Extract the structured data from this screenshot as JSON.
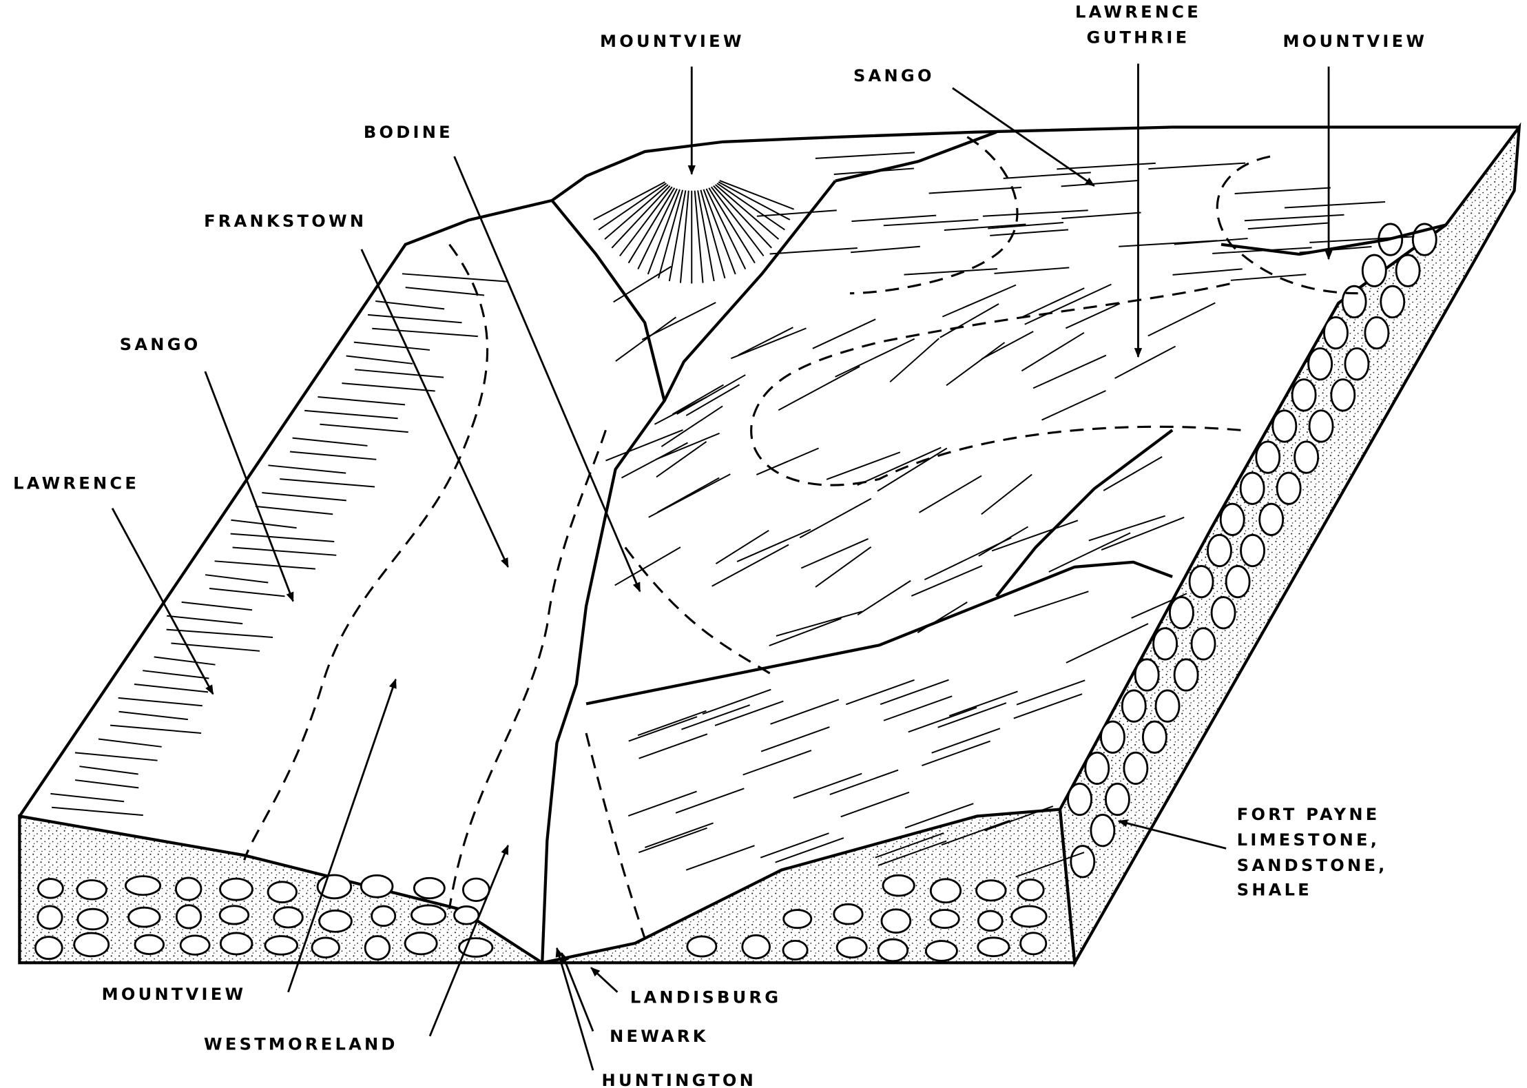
{
  "title": "Soil block diagram",
  "labels": {
    "mountview_top": "MOUNTVIEW",
    "lawrence_top": "LAWRENCE",
    "guthrie_top": "GUTHRIE",
    "mountview_right": "MOUNTVIEW",
    "sango_top": "SANGO",
    "bodine": "BODINE",
    "frankstown": "FRANKSTOWN",
    "sango_left": "SANGO",
    "lawrence_left": "LAWRENCE",
    "fort_payne": [
      "FORT PAYNE",
      "LIMESTONE,",
      "SANDSTONE,",
      "SHALE"
    ],
    "mountview_bottom": "MOUNTVIEW",
    "westmoreland": "WESTMORELAND",
    "landisburg": "LANDISBURG",
    "newark": "NEWARK",
    "huntington": "HUNTINGTON"
  }
}
